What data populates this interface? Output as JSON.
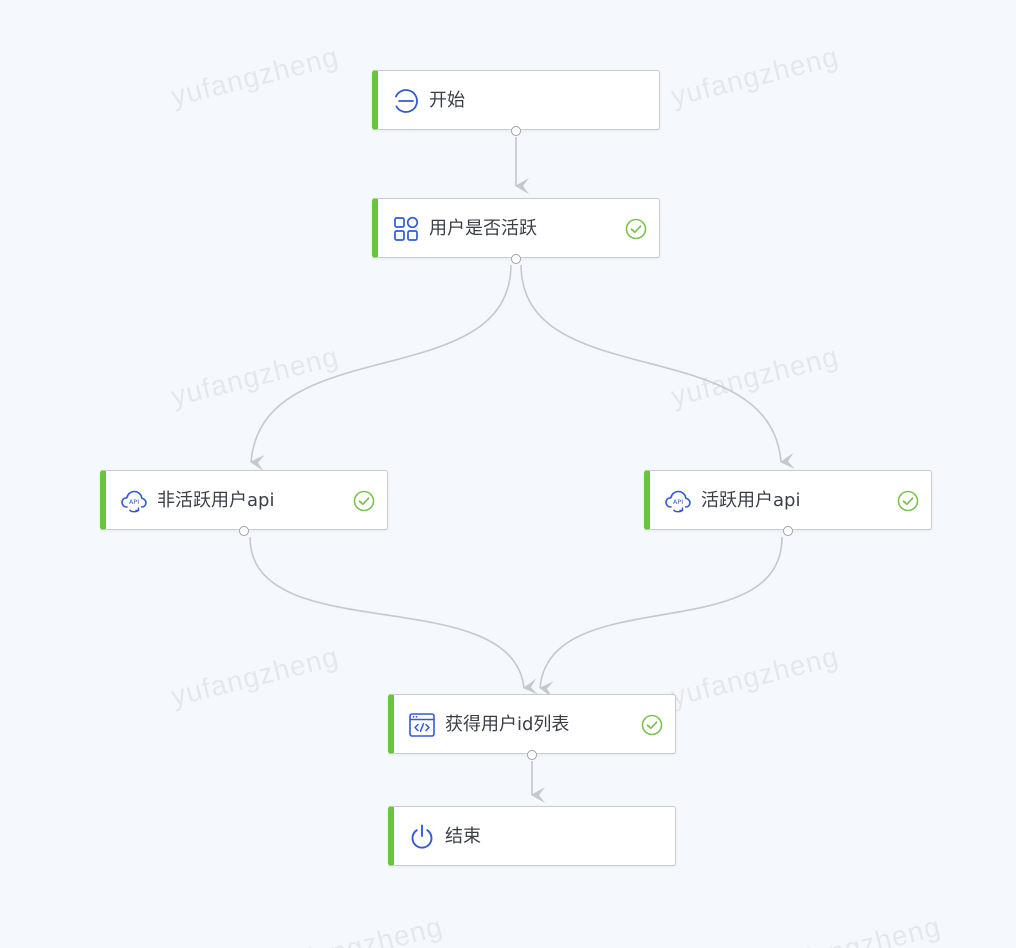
{
  "watermark": {
    "text": "yufangzheng"
  },
  "colors": {
    "accent_bar": "#6cc43c",
    "icon_blue": "#2f5bd8",
    "status_green": "#7cc24a",
    "edge_gray": "#c5c8cf",
    "canvas_bg": "#f5f8fc"
  },
  "flow": {
    "nodes": [
      {
        "id": "start",
        "label": "开始",
        "icon": "start-icon",
        "status": ""
      },
      {
        "id": "check_active",
        "label": "用户是否活跃",
        "icon": "condition-icon",
        "status": "success-check-icon"
      },
      {
        "id": "inactive_api",
        "label": "非活跃用户api",
        "icon": "api-cloud-icon",
        "status": "success-check-icon"
      },
      {
        "id": "active_api",
        "label": "活跃用户api",
        "icon": "api-cloud-icon",
        "status": "success-check-icon"
      },
      {
        "id": "get_ids",
        "label": "获得用户id列表",
        "icon": "code-window-icon",
        "status": "success-check-icon"
      },
      {
        "id": "end",
        "label": "结束",
        "icon": "power-icon",
        "status": ""
      }
    ],
    "edges": [
      {
        "from": "start",
        "to": "check_active"
      },
      {
        "from": "check_active",
        "to": "inactive_api"
      },
      {
        "from": "check_active",
        "to": "active_api"
      },
      {
        "from": "inactive_api",
        "to": "get_ids"
      },
      {
        "from": "active_api",
        "to": "get_ids"
      },
      {
        "from": "get_ids",
        "to": "end"
      }
    ]
  }
}
